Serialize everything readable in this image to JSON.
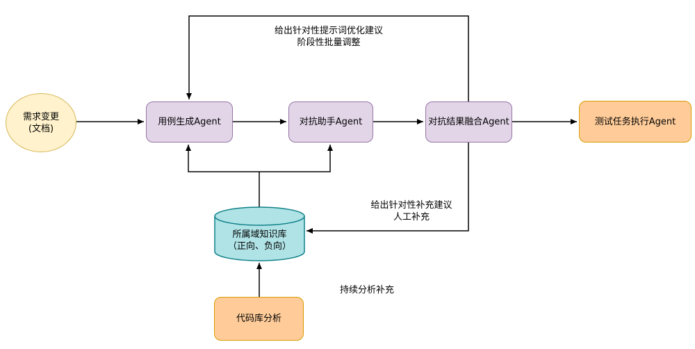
{
  "diagram": {
    "nodes": {
      "requirement": {
        "line1": "需求变更",
        "line2": "(文档)"
      },
      "usecase_agent": {
        "label": "用例生成Agent"
      },
      "adversary_agent": {
        "label": "对抗助手Agent"
      },
      "fusion_agent": {
        "label": "对抗结果融合Agent"
      },
      "executor_agent": {
        "label": "测试任务执行Agent"
      },
      "knowledge_base": {
        "line1": "所属域知识库",
        "line2": "（正向、负向）"
      },
      "codebase_analysis": {
        "label": "代码库分析"
      }
    },
    "labels": {
      "top_feedback_line1": "给出针对性提示词优化建议",
      "top_feedback_line2": "阶段性批量调整",
      "mid_feedback_line1": "给出针对性补充建议",
      "mid_feedback_line2": "人工补充",
      "continuous_supplement": "持续分析补充"
    },
    "colors": {
      "requirement_fill": "#FFF2CC",
      "requirement_stroke": "#D6B656",
      "agent_fill": "#E1D5E7",
      "agent_stroke": "#9673A6",
      "executor_fill": "#FFCC99",
      "executor_stroke": "#D79B00",
      "knowledge_fill": "#B0E3E6",
      "knowledge_stroke": "#0E8088",
      "arrow": "#000000"
    }
  }
}
